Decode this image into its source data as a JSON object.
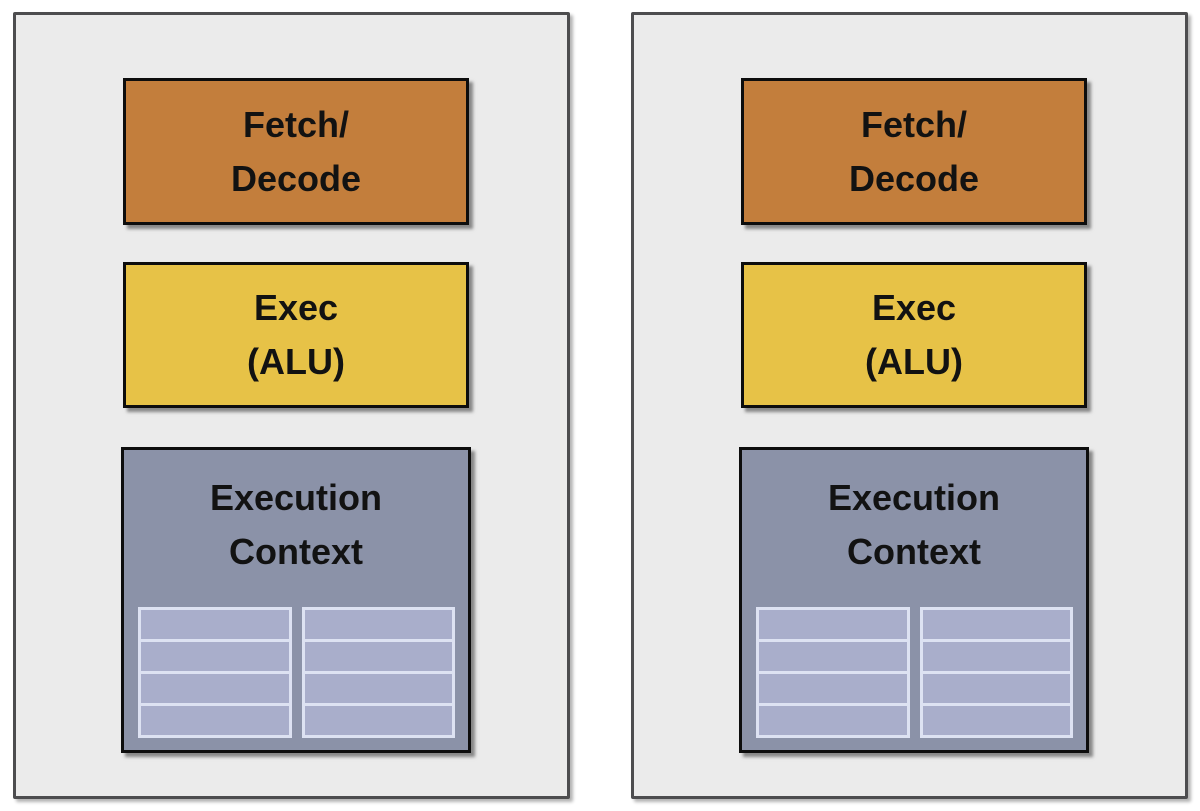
{
  "colors": {
    "panel_bg": "#ebebeb",
    "panel_border": "#4d4d4f",
    "box_border": "#0d0d0d",
    "fetch_fill": "#c37e3c",
    "exec_fill": "#e7c247",
    "context_fill": "#8b92a8",
    "register_cell_fill": "#a9aecb",
    "register_grid_border": "#dde2f2",
    "label_color": "#121212"
  },
  "cores": [
    {
      "fetch_decode": {
        "line1": "Fetch/",
        "line2": "Decode"
      },
      "exec": {
        "line1": "Exec",
        "line2": "(ALU)"
      },
      "execution_context": {
        "line1": "Execution",
        "line2": "Context",
        "grid_count": 2,
        "rows_per_grid": 4
      }
    },
    {
      "fetch_decode": {
        "line1": "Fetch/",
        "line2": "Decode"
      },
      "exec": {
        "line1": "Exec",
        "line2": "(ALU)"
      },
      "execution_context": {
        "line1": "Execution",
        "line2": "Context",
        "grid_count": 2,
        "rows_per_grid": 4
      }
    }
  ]
}
